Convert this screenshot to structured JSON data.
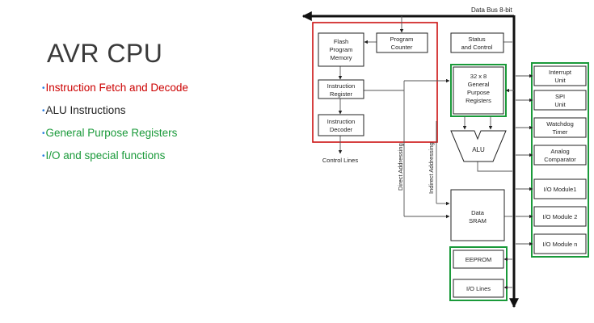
{
  "slide": {
    "title": "AVR CPU",
    "bullets": [
      {
        "text": "Instruction Fetch and Decode",
        "color": "#cc0000",
        "dot_color": "#2a7de1"
      },
      {
        "text": "ALU Instructions",
        "color": "#222222",
        "dot_color": "#2a7de1"
      },
      {
        "text": "General Purpose Registers",
        "color": "#1a9a3a",
        "dot_color": "#2a7de1"
      },
      {
        "text": "I/O and special functions",
        "color": "#1a9a3a",
        "dot_color": "#2a7de1"
      }
    ]
  },
  "diagram": {
    "bus_label": "Data Bus 8-bit",
    "flash": [
      "Flash",
      "Program",
      "Memory"
    ],
    "program_counter": [
      "Program",
      "Counter"
    ],
    "status_control": [
      "Status",
      "and Control"
    ],
    "instruction_register": [
      "Instruction",
      "Register"
    ],
    "instruction_decoder": [
      "Instruction",
      "Decoder"
    ],
    "control_lines": "Control Lines",
    "gpr": [
      "32 x 8",
      "General",
      "Purpose",
      "Registers"
    ],
    "alu": "ALU",
    "direct_addressing": "Direct Addressing",
    "indirect_addressing": "Indirect Addressing",
    "sram": [
      "Data",
      "SRAM"
    ],
    "eeprom": "EEPROM",
    "io_lines": "I/O Lines",
    "interrupt_unit": [
      "Interrupt",
      "Unit"
    ],
    "spi_unit": [
      "SPI",
      "Unit"
    ],
    "watchdog_timer": [
      "Watchdog",
      "Timer"
    ],
    "analog_comparator": [
      "Analog",
      "Comparator"
    ],
    "io_module_1": "I/O Module1",
    "io_module_2": "I/O Module 2",
    "io_module_n": "I/O Module n",
    "highlight_red": "#cc1111",
    "highlight_green": "#1a9a3a"
  }
}
